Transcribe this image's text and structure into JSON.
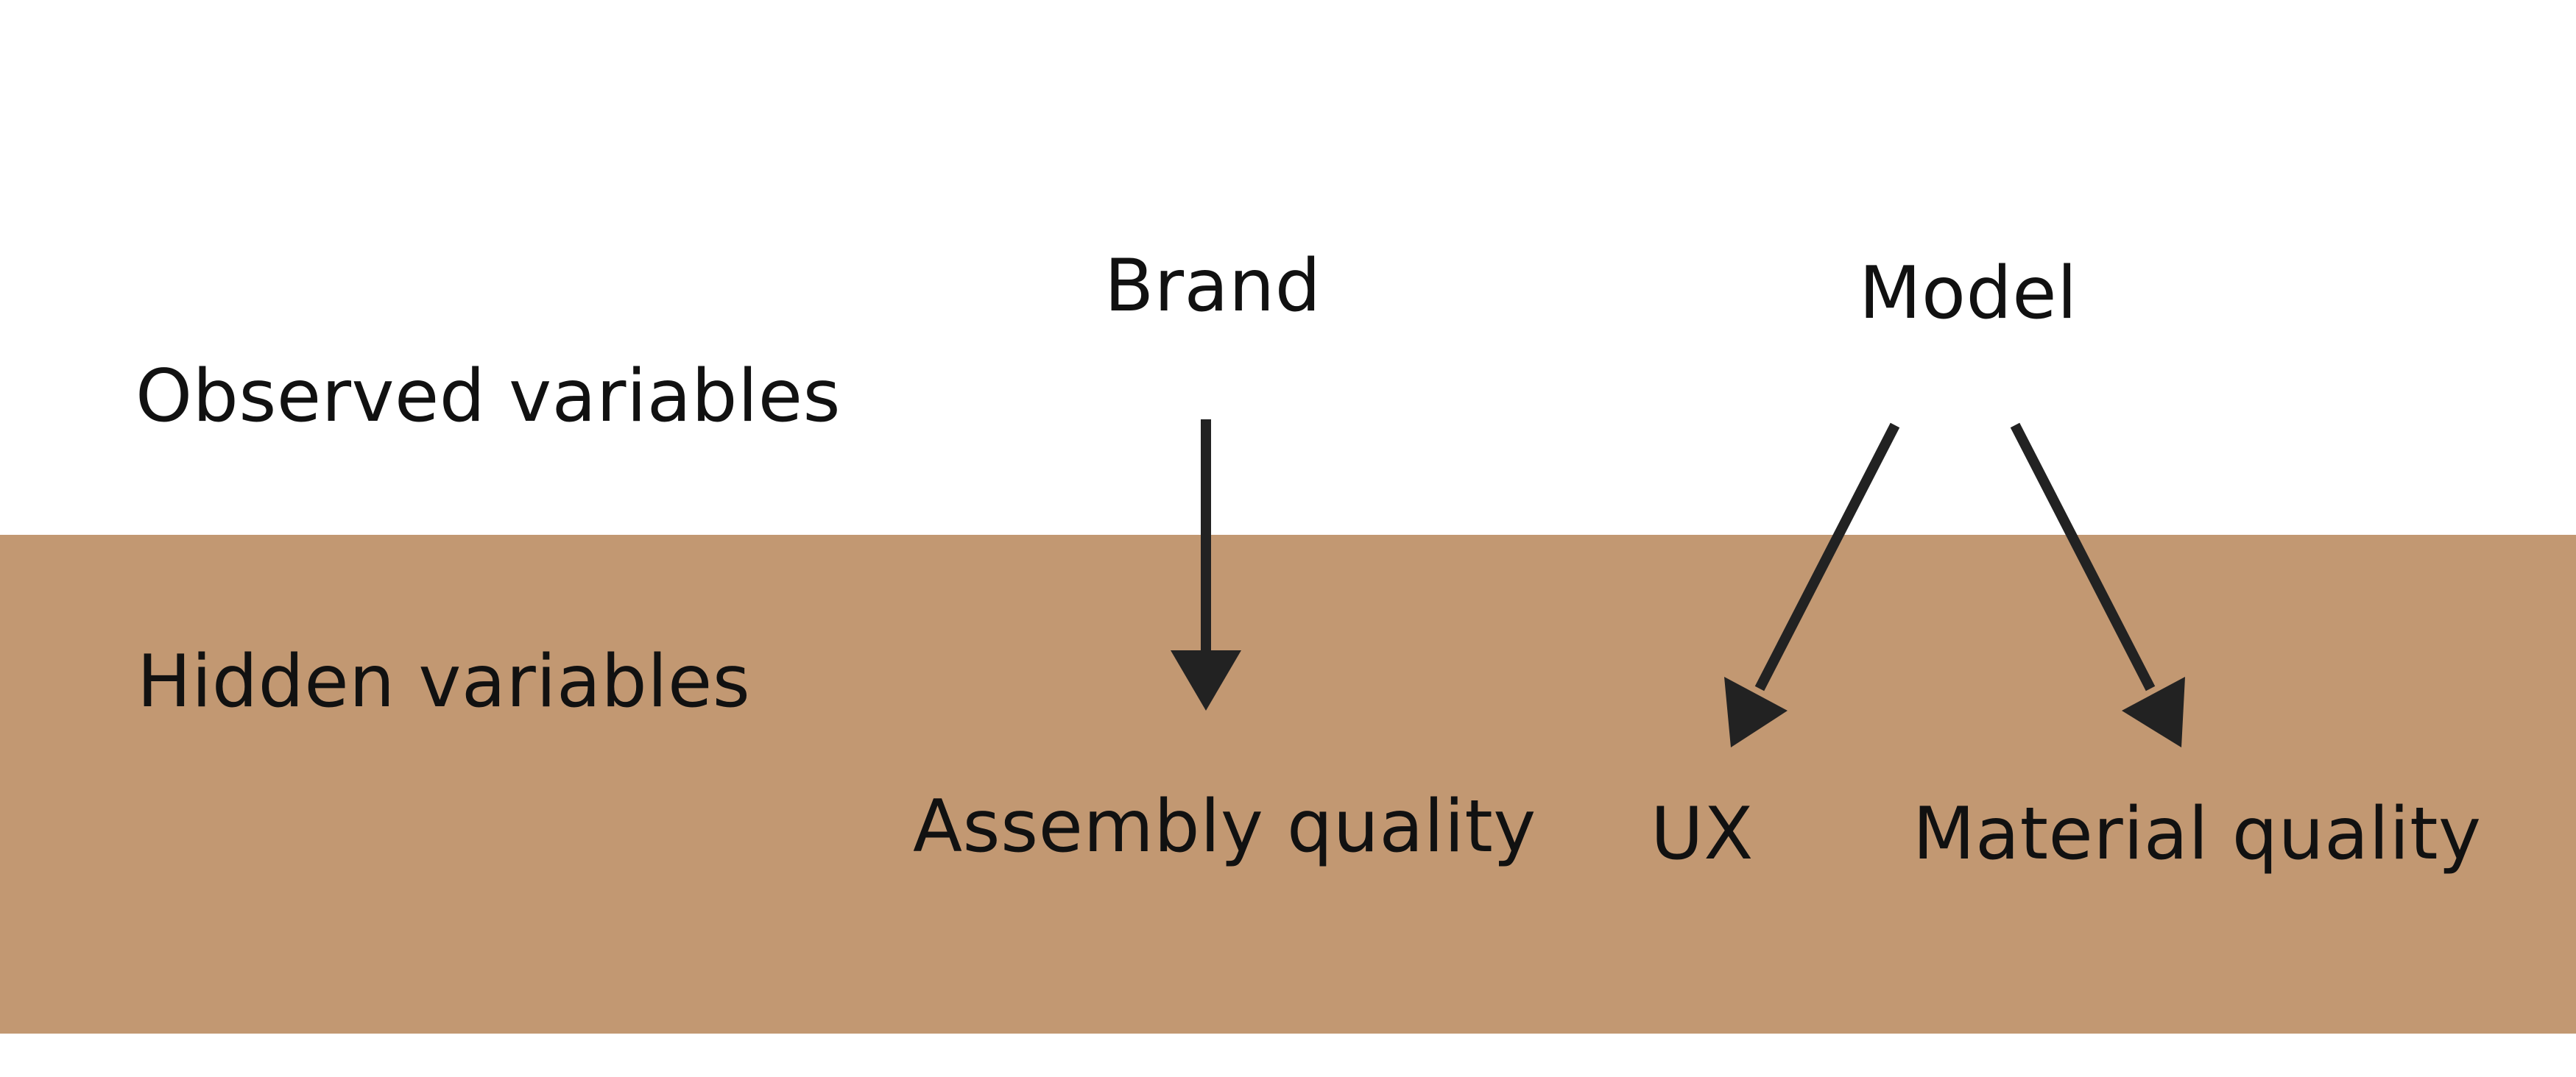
{
  "colors": {
    "background": "#ffffff",
    "hidden_band": "#c29872",
    "text": "#111111",
    "arrow": "#222222"
  },
  "labels": {
    "observed": "Observed variables",
    "hidden": "Hidden variables"
  },
  "nodes": {
    "brand": "Brand",
    "model": "Model",
    "assembly_quality": "Assembly quality",
    "ux": "UX",
    "material_quality": "Material quality"
  },
  "edges": [
    {
      "from": "Brand",
      "to": "Assembly quality"
    },
    {
      "from": "Model",
      "to": "UX"
    },
    {
      "from": "Model",
      "to": "Material quality"
    }
  ]
}
